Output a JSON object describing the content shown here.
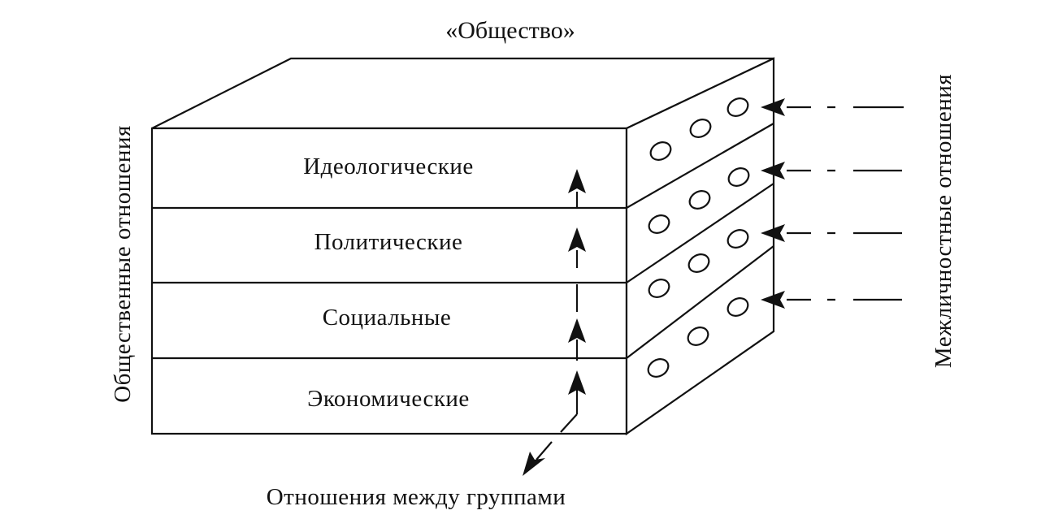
{
  "title": "«Общество»",
  "left_label": "Общественные отношения",
  "right_label": "Межличностные отношения",
  "bottom_label": "Отношения между группами",
  "layers": [
    {
      "label": "Идеологические"
    },
    {
      "label": "Политические"
    },
    {
      "label": "Социальные"
    },
    {
      "label": "Экономические"
    }
  ],
  "colors": {
    "ink": "#111111",
    "paper": "#ffffff"
  }
}
